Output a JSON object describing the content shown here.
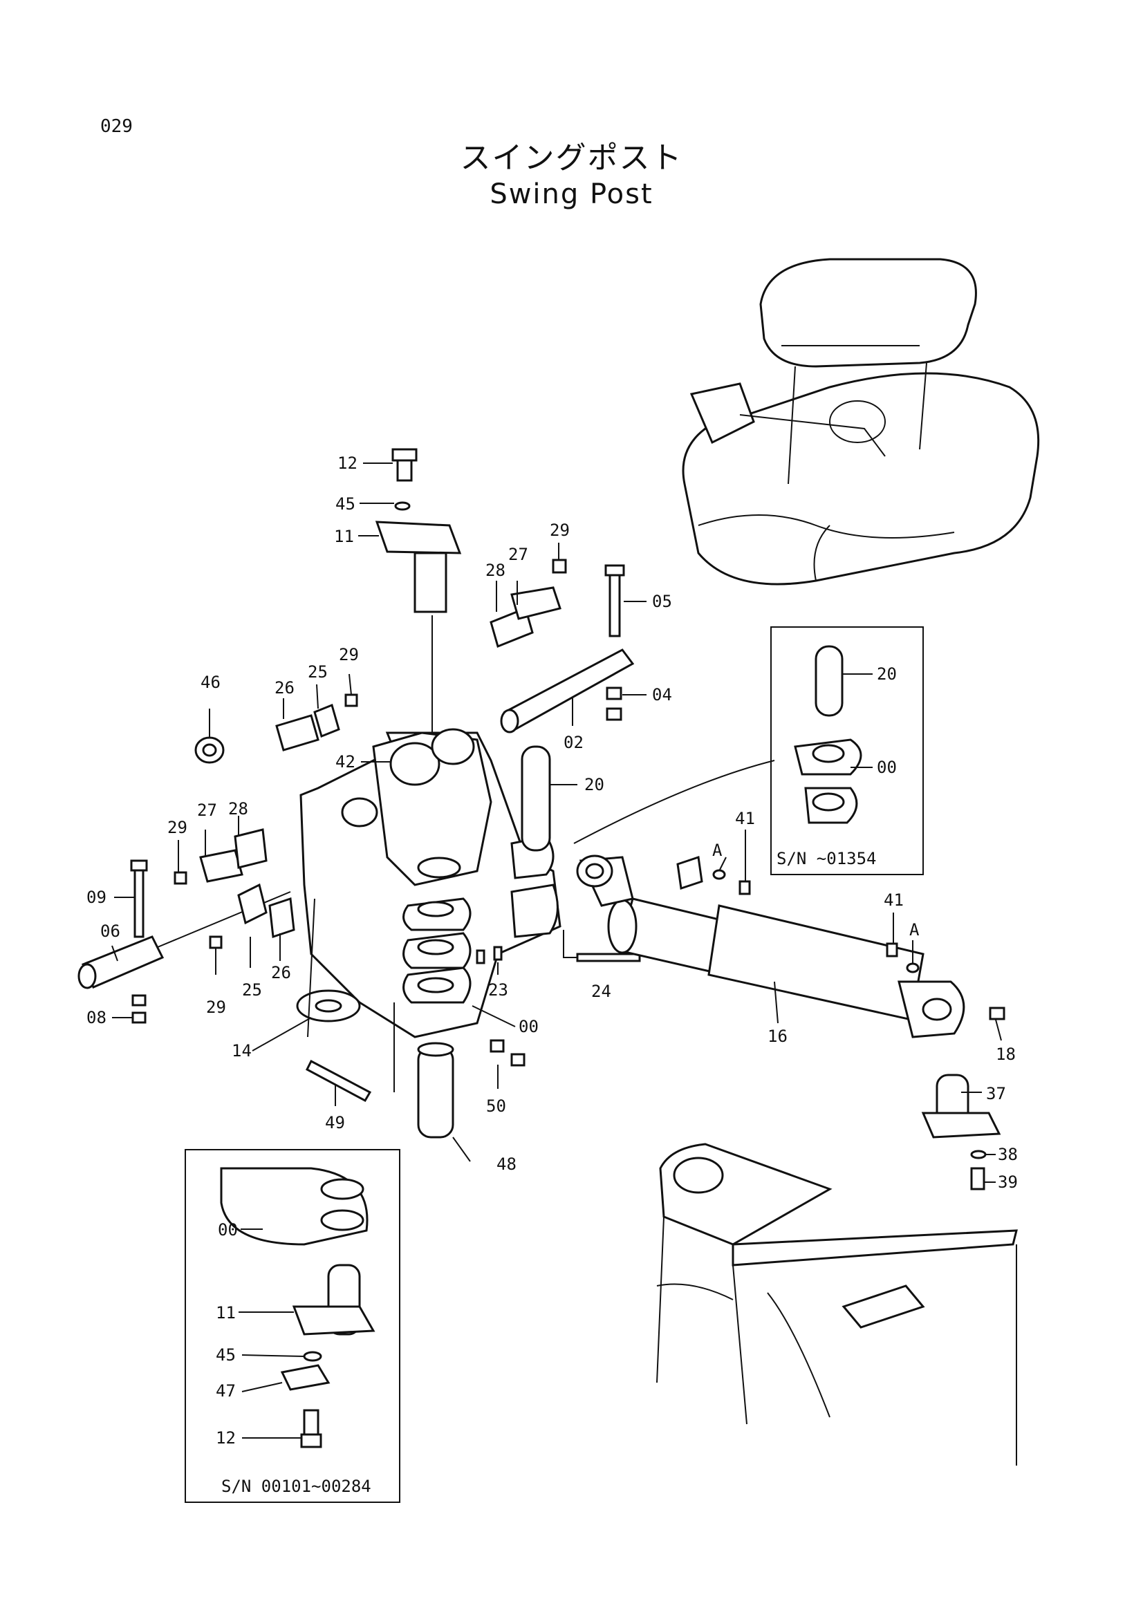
{
  "page": {
    "number": "029",
    "title_ja": "スイングポスト",
    "title_en": "Swing Post"
  },
  "callouts": {
    "p12": "12",
    "p45": "45",
    "p11": "11",
    "p27": "27",
    "p29": "29",
    "p28": "28",
    "p05": "05",
    "p46": "46",
    "p26": "26",
    "p25": "25",
    "p29b": "29",
    "p04": "04",
    "p02": "02",
    "p42": "42",
    "p20": "20",
    "p29c": "29",
    "p27b": "27",
    "p28b": "28",
    "p09": "09",
    "p06": "06",
    "p08": "08",
    "p29d": "29",
    "p25b": "25",
    "p26b": "26",
    "p14": "14",
    "p23": "23",
    "p24": "24",
    "p00": "00",
    "p49": "49",
    "p50": "50",
    "p48": "48",
    "p41": "41",
    "pA": "A",
    "p41b": "41",
    "pAb": "A",
    "p16": "16",
    "p18": "18",
    "p37": "37",
    "p38": "38",
    "p39": "39"
  },
  "inset_top_right": {
    "p20": "20",
    "p00": "00",
    "serial": "S/N ~01354"
  },
  "inset_bottom_left": {
    "p00": "00",
    "p11": "11",
    "p45": "45",
    "p47": "47",
    "p12": "12",
    "serial": "S/N 00101~00284"
  }
}
